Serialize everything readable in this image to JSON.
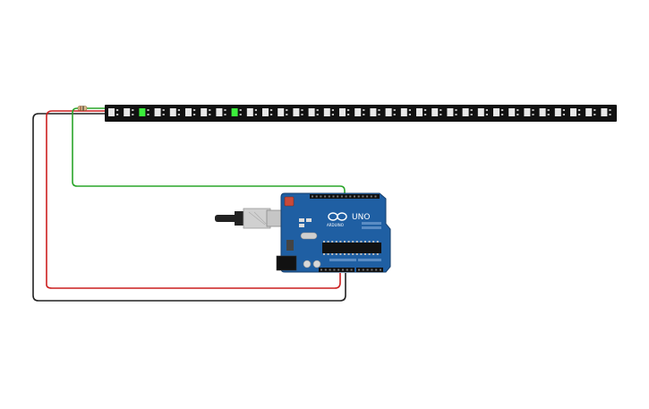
{
  "circuit": {
    "led_strip": {
      "pixel_count": 33,
      "lit_pixels": [
        2,
        8
      ],
      "lit_color": "#3cf03c",
      "strip_color": "#111111",
      "pixel_color": "#e8e8e8"
    },
    "wires": {
      "data_color": "#2aa52a",
      "power_color": "#cc1f1f",
      "ground_color": "#222222"
    },
    "arduino": {
      "board_color": "#1f5fa3",
      "label_uno": "UNO",
      "label_brand": "ARDUINO",
      "usb_cable_color": "#222222"
    }
  }
}
